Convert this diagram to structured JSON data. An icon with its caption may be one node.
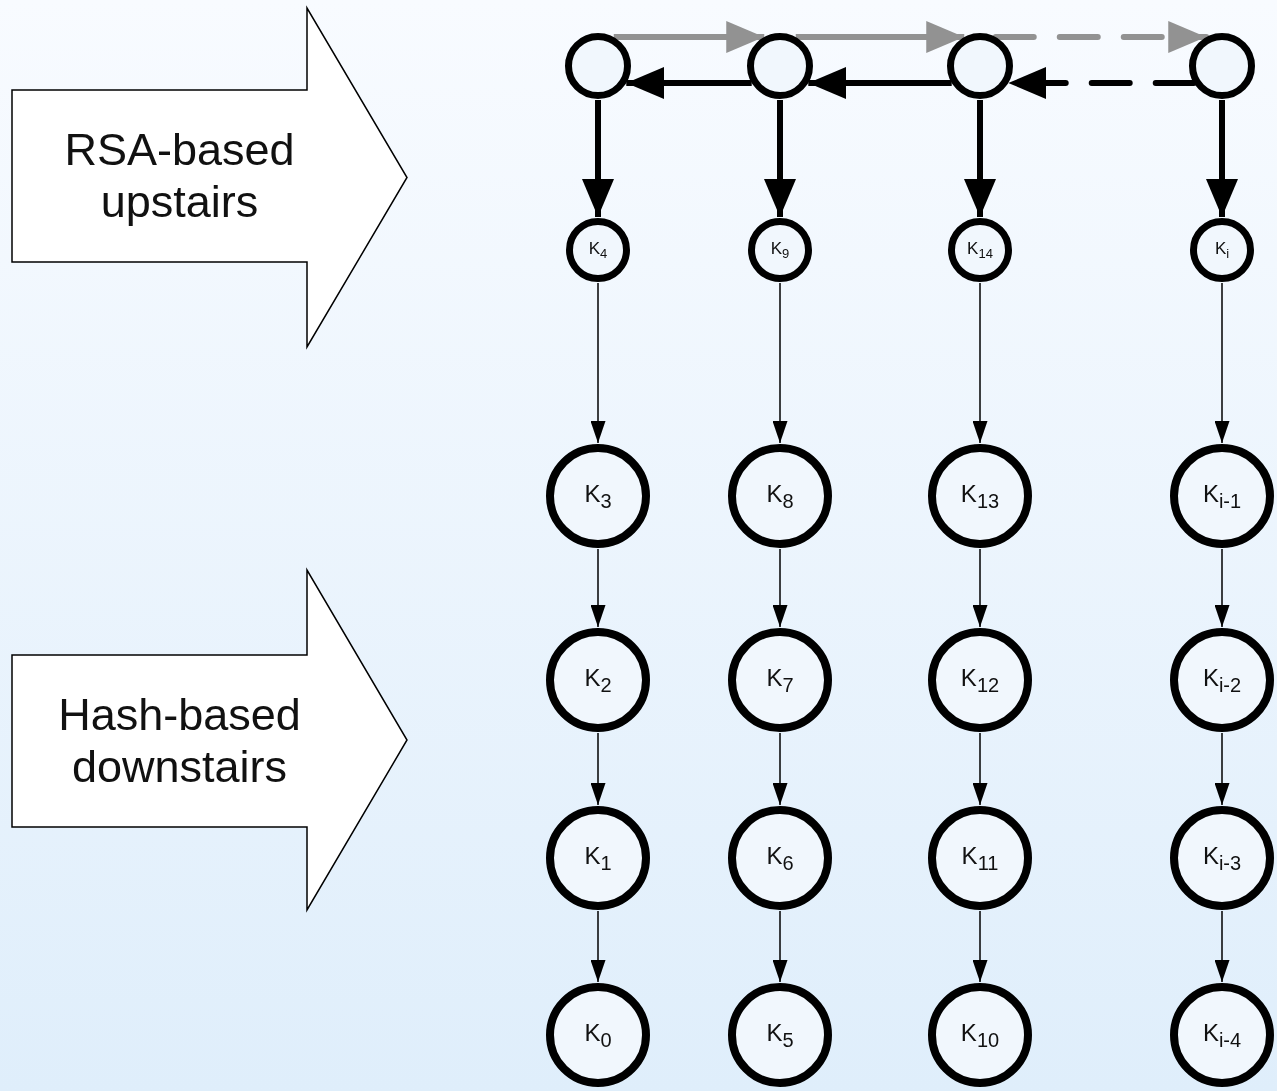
{
  "diagram": {
    "nodes": [
      {
        "text": [
          "RSA-based upstairs"
        ]
      },
      {
        "text": [
          "Hash-based downstairs"
        ]
      },
      {
        "text": [],
        "shape": "circle"
      },
      {
        "text": [],
        "shape": "circle"
      },
      {
        "text": [],
        "shape": "circle"
      },
      {
        "text": [],
        "shape": "circle"
      },
      {
        "text": [
          "K$_{4}$"
        ]
      },
      {
        "text": [
          "K$_{9}$"
        ]
      },
      {
        "text": [
          "K$_{14}$"
        ]
      },
      {
        "text": [
          "K$_{i}$"
        ]
      },
      {
        "text": [
          "K$_{3}$"
        ]
      },
      {
        "text": [
          "K$_{8}$"
        ]
      },
      {
        "text": [
          "K$_{13}$"
        ]
      },
      {
        "text": [
          "K$_{i-1}$"
        ]
      },
      {
        "text": [
          "K$_{2}$"
        ]
      },
      {
        "text": [
          "K$_{7}$"
        ]
      },
      {
        "text": [
          "K$_{12}$"
        ]
      },
      {
        "text": [
          "K$_{i-2}$"
        ]
      },
      {
        "text": [
          "K$_{1}$"
        ]
      },
      {
        "text": [
          "K$_{6}$"
        ]
      },
      {
        "text": [
          "K$_{11}$"
        ]
      },
      {
        "text": [
          "K$_{i-3}$"
        ]
      },
      {
        "text": [
          "K$_{0}$"
        ]
      },
      {
        "text": [
          "K$_{5}$"
        ]
      },
      {
        "text": [
          "K$_{10}$"
        ]
      },
      {
        "text": [
          "K$_{i-4}$"
        ]
      }
    ],
    "edges": [
      {
        "from": 2,
        "to": 3,
        "arrow": "to",
        "style": "thick",
        "color": "#929292"
      },
      {
        "from": 3,
        "to": 4,
        "arrow": "to",
        "style": "thick",
        "color": "#929292"
      },
      {
        "from": 4,
        "to": 5,
        "arrow": "to",
        "style": "dashed",
        "color": "#929292"
      },
      {
        "from": 3,
        "to": 2,
        "arrow": "to",
        "style": "thick"
      },
      {
        "from": 4,
        "to": 3,
        "arrow": "to",
        "style": "thick"
      },
      {
        "from": 5,
        "to": 4,
        "arrow": "to",
        "style": "dashed"
      },
      {
        "from": 2,
        "to": 6,
        "arrow": "to",
        "style": "thick"
      },
      {
        "from": 3,
        "to": 7,
        "arrow": "to",
        "style": "thick"
      },
      {
        "from": 4,
        "to": 8,
        "arrow": "to",
        "style": "thick"
      },
      {
        "from": 5,
        "to": 9,
        "arrow": "to",
        "style": "thick"
      },
      {
        "from": 6,
        "to": 10,
        "arrow": "to"
      },
      {
        "from": 7,
        "to": 11,
        "arrow": "to"
      },
      {
        "from": 8,
        "to": 12,
        "arrow": "to"
      },
      {
        "from": 9,
        "to": 13,
        "arrow": "to"
      },
      {
        "from": 10,
        "to": 14,
        "arrow": "to"
      },
      {
        "from": 11,
        "to": 15,
        "arrow": "to"
      },
      {
        "from": 12,
        "to": 16,
        "arrow": "to"
      },
      {
        "from": 13,
        "to": 17,
        "arrow": "to"
      },
      {
        "from": 14,
        "to": 18,
        "arrow": "to"
      },
      {
        "from": 15,
        "to": 19,
        "arrow": "to"
      },
      {
        "from": 16,
        "to": 20,
        "arrow": "to"
      },
      {
        "from": 17,
        "to": 21,
        "arrow": "to"
      },
      {
        "from": 18,
        "to": 22,
        "arrow": "to"
      },
      {
        "from": 19,
        "to": 23,
        "arrow": "to"
      },
      {
        "from": 20,
        "to": 24,
        "arrow": "to"
      },
      {
        "from": 21,
        "to": 25,
        "arrow": "to"
      }
    ]
  }
}
